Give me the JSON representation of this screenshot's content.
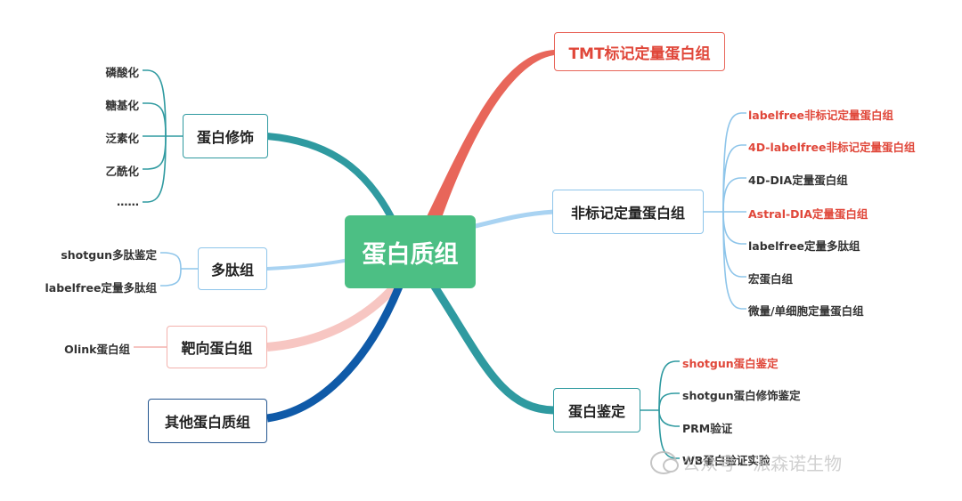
{
  "root": {
    "label": "蛋白质组",
    "color": "#4cbf84"
  },
  "branches": {
    "tmt": {
      "label": "TMT标记定量蛋白组",
      "color": "#e8665a"
    },
    "labelfree": {
      "label": "非标记定量蛋白组",
      "color": "#8ec5ea",
      "leaves": [
        {
          "label": "labelfree非标记定量蛋白组",
          "highlight": true
        },
        {
          "label": "4D-labelfree非标记定量蛋白组",
          "highlight": true
        },
        {
          "label": "4D-DIA定量蛋白组",
          "highlight": false
        },
        {
          "label": "Astral-DIA定量蛋白组",
          "highlight": true
        },
        {
          "label": "labelfree定量多肽组",
          "highlight": false
        },
        {
          "label": "宏蛋白组",
          "highlight": false
        },
        {
          "label": "微量/单细胞定量蛋白组",
          "highlight": false
        }
      ]
    },
    "identification": {
      "label": "蛋白鉴定",
      "color": "#2f9aa0",
      "leaves": [
        {
          "label": "shotgun蛋白鉴定",
          "highlight": true
        },
        {
          "label": "shotgun蛋白修饰鉴定",
          "highlight": false
        },
        {
          "label": "PRM验证",
          "highlight": false
        },
        {
          "label": "WB蛋白验证实验",
          "highlight": false
        }
      ]
    },
    "modification": {
      "label": "蛋白修饰",
      "color": "#2f9aa0",
      "leaves": [
        {
          "label": "磷酸化"
        },
        {
          "label": "糖基化"
        },
        {
          "label": "泛素化"
        },
        {
          "label": "乙酰化"
        },
        {
          "label": "……"
        }
      ]
    },
    "peptidome": {
      "label": "多肽组",
      "color": "#8ec5ea",
      "leaves": [
        {
          "label": "shotgun多肽鉴定"
        },
        {
          "label": "labelfree定量多肽组"
        }
      ]
    },
    "targeted": {
      "label": "靶向蛋白组",
      "color": "#f3b2ad",
      "leaves": [
        {
          "label": "Olink蛋白组"
        }
      ]
    },
    "other": {
      "label": "其他蛋白质组",
      "color": "#0f5aa8"
    }
  },
  "watermark": "公众号 · 派森诺生物"
}
